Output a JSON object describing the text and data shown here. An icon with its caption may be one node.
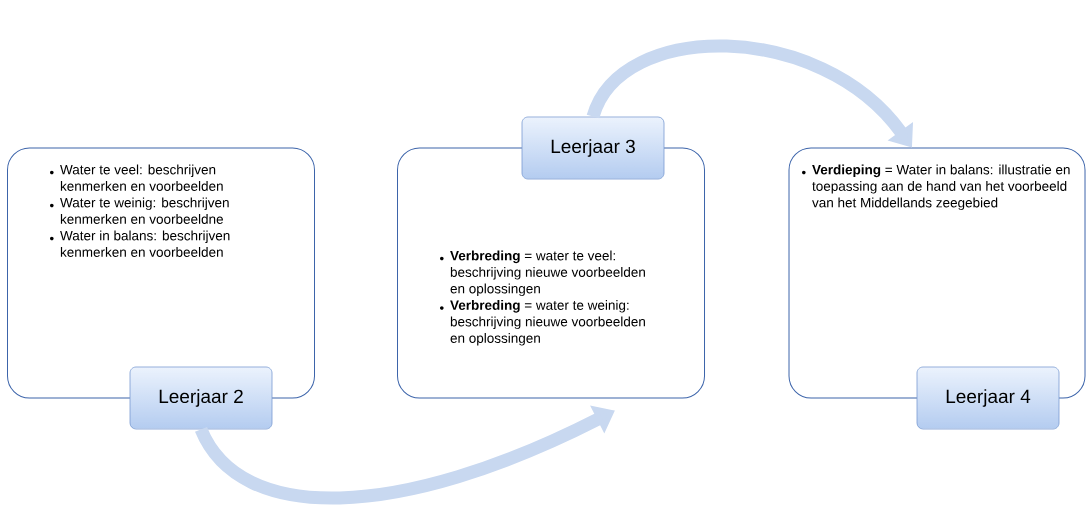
{
  "diagram": {
    "nodes": [
      {
        "text": [
          "Water te veel: beschrijven kenmerken en voorbeelden",
          "Water te weinig: beschrijven kenmerken en voorbeeldne",
          "Water in balans: beschrijven kenmerken en voorbeelden"
        ]
      },
      {
        "text": [
          "Leerjaar 2"
        ]
      },
      {
        "text": [
          "**Verbreding** = water te veel: beschrijving nieuwe voorbeelden en oplossingen",
          "**Verbreding** = water te weinig: beschrijving nieuwe voorbeelden en oplossingen"
        ]
      },
      {
        "text": [
          "Leerjaar 3"
        ]
      },
      {
        "text": [
          "**Verdieping** = Water in balans: illustratie  en toepassing aan de hand van het voorbeeld van het Middellands zeegebied"
        ]
      },
      {
        "text": [
          "Leerjaar 4"
        ]
      }
    ],
    "edges": [
      {
        "from": 1,
        "to": 2,
        "arrow": "to"
      },
      {
        "from": 3,
        "to": 4,
        "arrow": "to"
      }
    ]
  }
}
